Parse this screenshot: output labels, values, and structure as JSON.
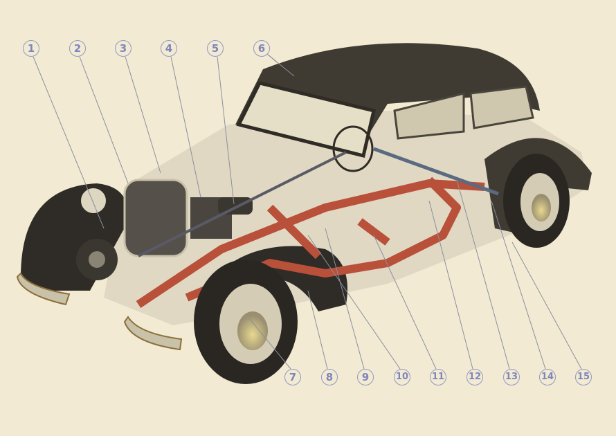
{
  "callouts": [
    "1",
    "2",
    "3",
    "4",
    "5",
    "6",
    "7",
    "8",
    "9",
    "10",
    "11",
    "12",
    "13",
    "14",
    "15"
  ],
  "colors": {
    "background": "#f2ead2",
    "callout": "#8890c2",
    "body": "#3a3630",
    "frame": "#b8503a",
    "chrome": "#c9c2a8"
  }
}
